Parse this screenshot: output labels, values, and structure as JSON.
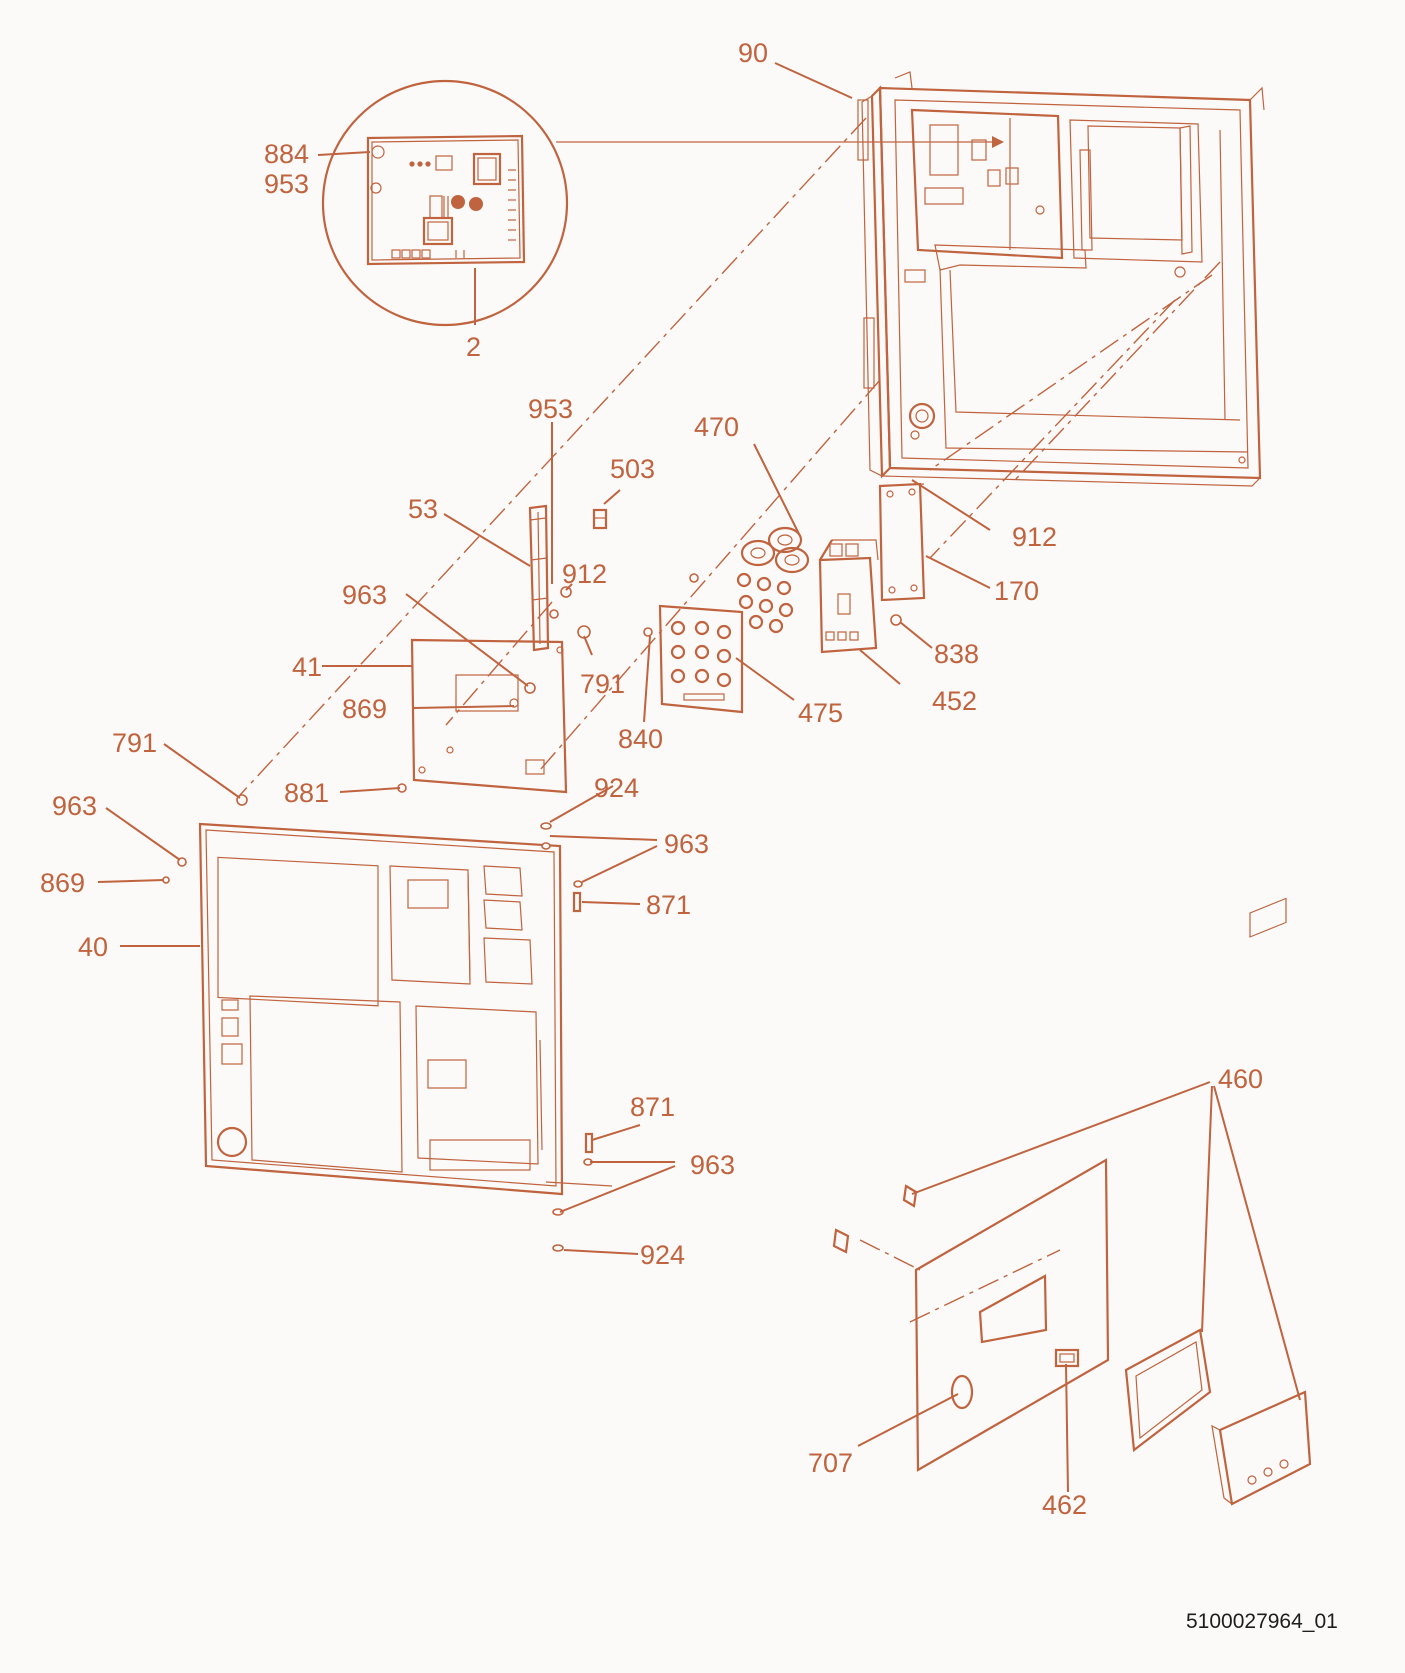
{
  "diagram": {
    "part_labels": [
      {
        "id": "90",
        "text": "90"
      },
      {
        "id": "884",
        "text": "884"
      },
      {
        "id": "953a",
        "text": "953"
      },
      {
        "id": "2",
        "text": "2"
      },
      {
        "id": "953b",
        "text": "953"
      },
      {
        "id": "503",
        "text": "503"
      },
      {
        "id": "470",
        "text": "470"
      },
      {
        "id": "53",
        "text": "53"
      },
      {
        "id": "912a",
        "text": "912"
      },
      {
        "id": "912b",
        "text": "912"
      },
      {
        "id": "170",
        "text": "170"
      },
      {
        "id": "963a",
        "text": "963"
      },
      {
        "id": "41",
        "text": "41"
      },
      {
        "id": "791a",
        "text": "791"
      },
      {
        "id": "838",
        "text": "838"
      },
      {
        "id": "869a",
        "text": "869"
      },
      {
        "id": "475",
        "text": "475"
      },
      {
        "id": "452",
        "text": "452"
      },
      {
        "id": "840",
        "text": "840"
      },
      {
        "id": "791b",
        "text": "791"
      },
      {
        "id": "881",
        "text": "881"
      },
      {
        "id": "924a",
        "text": "924"
      },
      {
        "id": "963b",
        "text": "963"
      },
      {
        "id": "963c",
        "text": "963"
      },
      {
        "id": "871a",
        "text": "871"
      },
      {
        "id": "869b",
        "text": "869"
      },
      {
        "id": "40",
        "text": "40"
      },
      {
        "id": "871b",
        "text": "871"
      },
      {
        "id": "963d",
        "text": "963"
      },
      {
        "id": "924b",
        "text": "924"
      },
      {
        "id": "460",
        "text": "460"
      },
      {
        "id": "707",
        "text": "707"
      },
      {
        "id": "462",
        "text": "462"
      }
    ],
    "drawing_number": "5100027964_01"
  },
  "colors": {
    "line": "#c0633f",
    "background": "#fbfaf8",
    "code_text": "#1e1e1e"
  }
}
